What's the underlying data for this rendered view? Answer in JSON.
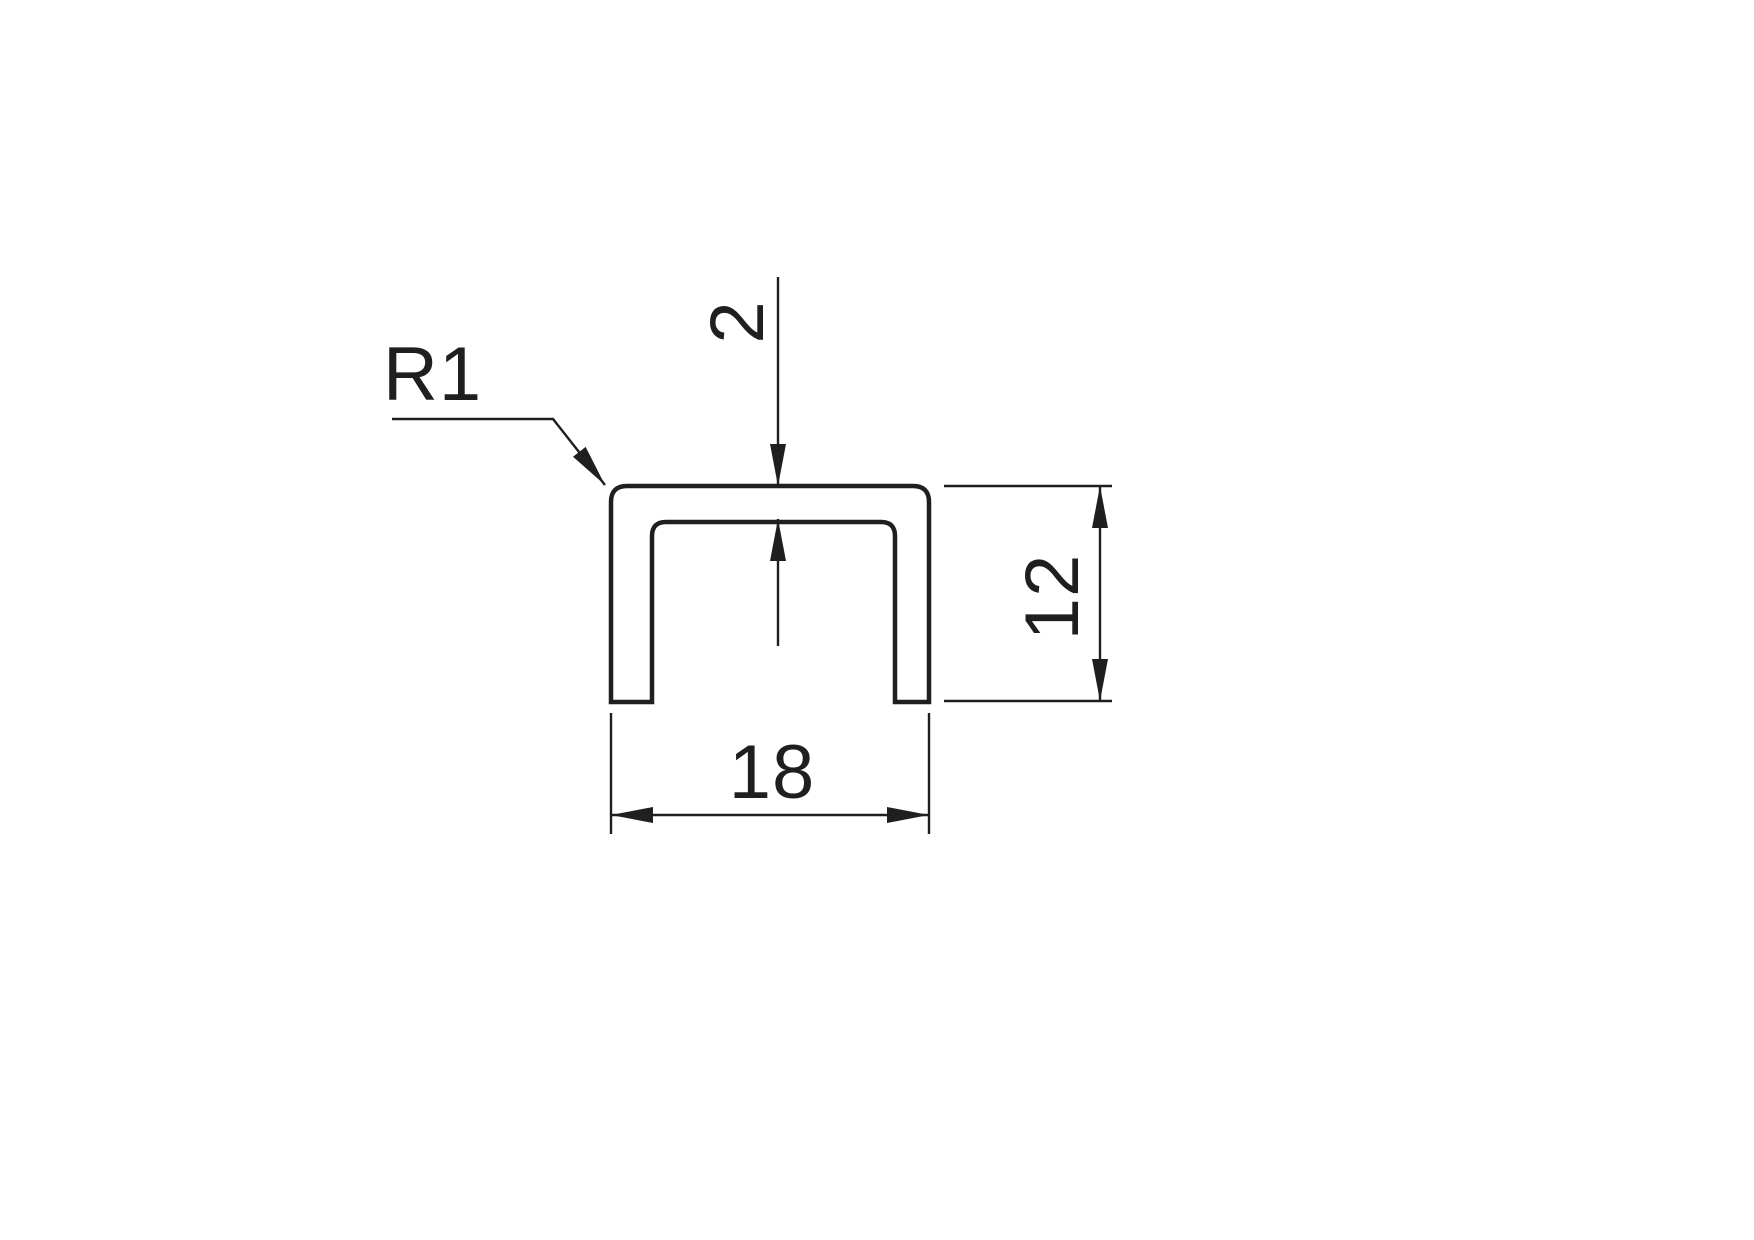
{
  "colors": {
    "line": "#1f1f1f",
    "background": "#ffffff"
  },
  "labels": {
    "corner_radius": "R1",
    "wall_thickness": "2",
    "height": "12",
    "width": "18"
  }
}
